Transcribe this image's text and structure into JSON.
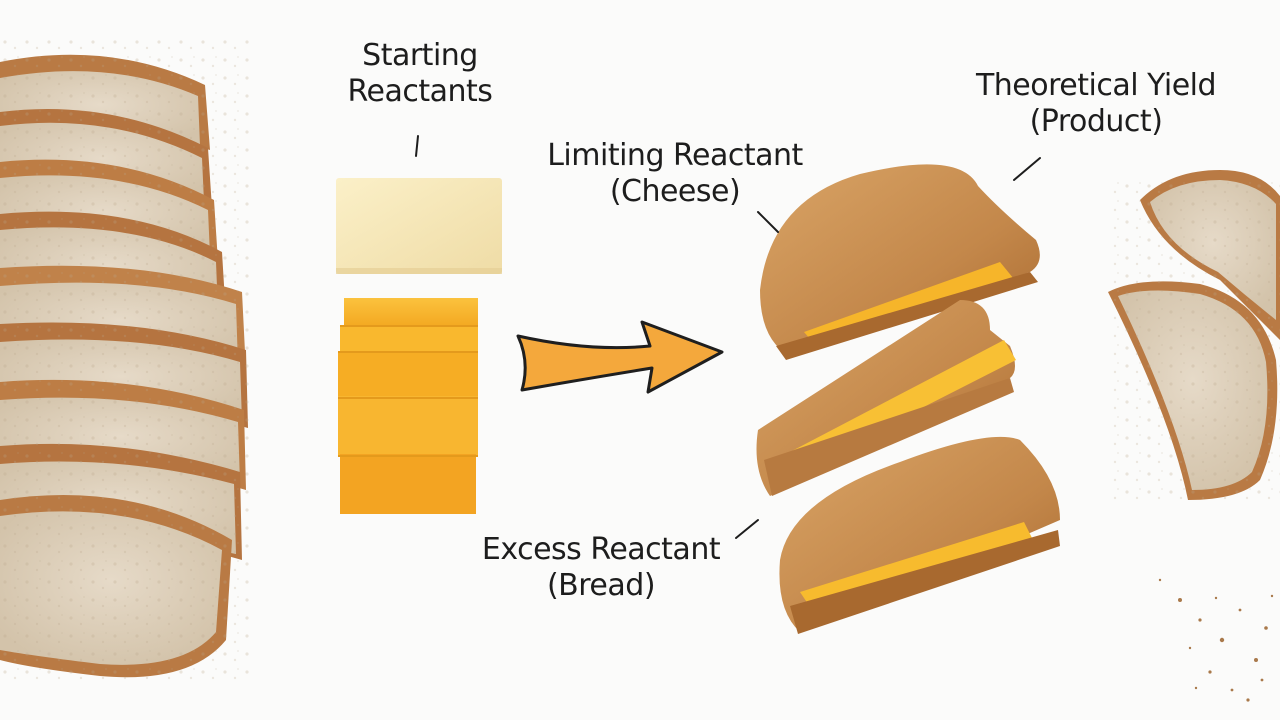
{
  "labels": {
    "starting": {
      "line1": "Starting",
      "line2": "Reactants"
    },
    "limiting": {
      "line1": "Limiting Reactant",
      "line2": "(Cheese)"
    },
    "theoretical": {
      "line1": "Theoretical Yield",
      "line2": "(Product)"
    },
    "excess": {
      "line1": "Excess Reactant",
      "line2": "(Bread)"
    }
  },
  "colors": {
    "background": "#fbfbfa",
    "bread_crust": "#b97a44",
    "bread_crumb": "#ddd0bd",
    "cheese_white": "#f5e6b8",
    "cheese_cheddar": "#f7b52c",
    "toast": "#c98b4c",
    "arrow": "#f4a83c",
    "text": "#1d1d1d"
  }
}
